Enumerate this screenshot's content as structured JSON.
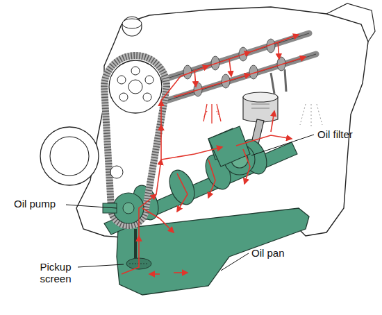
{
  "diagram": {
    "labels": [
      "Oil filter",
      "Oil pump",
      "Oil pan",
      "Pickup screen"
    ]
  }
}
